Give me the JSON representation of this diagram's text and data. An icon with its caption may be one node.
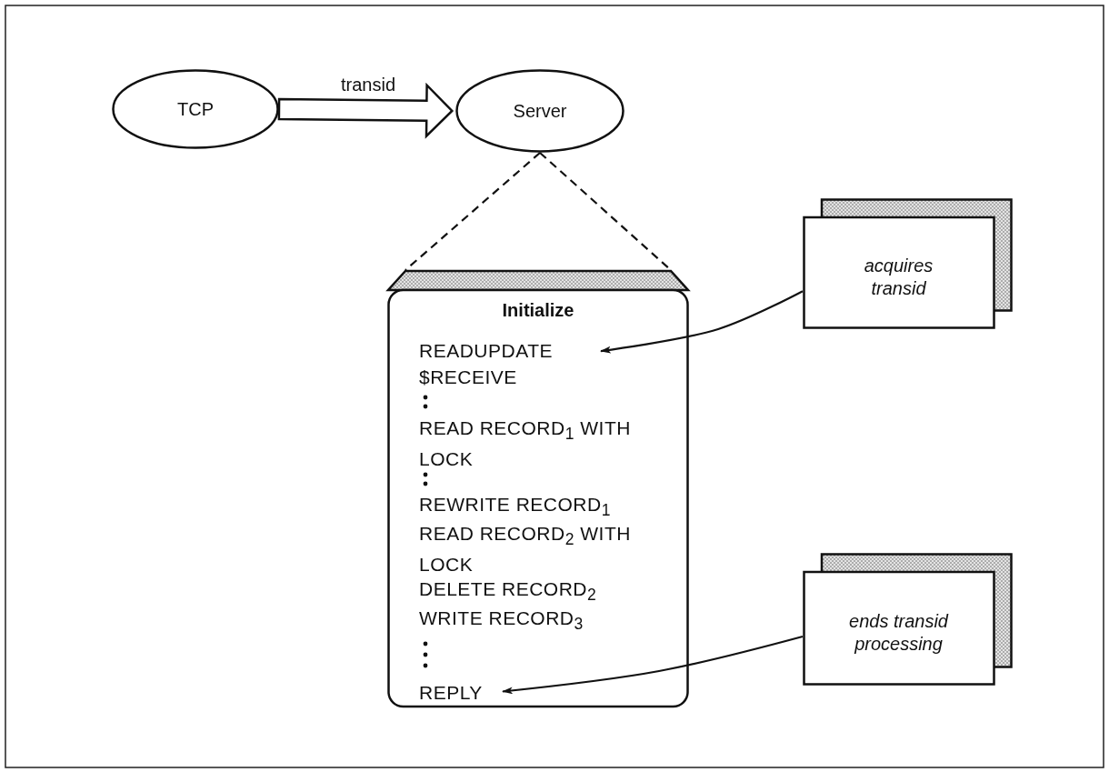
{
  "diagram": {
    "nodes": [
      {
        "text": [
          "TCP"
        ]
      },
      {
        "text": [
          "Server"
        ]
      },
      {
        "text": [
          "Initialize",
          "READ RECORD$_{1}$ WITH LOCK",
          "REWRITE RECORD$_{1}$",
          "READ RECORD$_{2}$ WITH LOCK",
          "DELETE RECORD$_{2}$",
          "WRITE RECORD$_{3}$"
        ]
      },
      {
        "text": [
          "READUPDATE $RECEIVE"
        ],
        "in": 2
      },
      {
        "text": [
          "REPLY"
        ],
        "in": 2
      },
      {
        "text": [
          "acquires transid"
        ]
      },
      {
        "text": [
          "ends transid processing"
        ]
      }
    ],
    "edges": [
      {
        "from": 0,
        "to": 1,
        "arrow": "to",
        "label": "transid",
        "style": "thick"
      },
      {
        "from": 1,
        "to": 2,
        "arrow": "none",
        "style": "dashed"
      },
      {
        "from": 1,
        "to": 2,
        "arrow": "none",
        "style": "dashed"
      },
      {
        "from": 5,
        "to": 3,
        "arrow": "to"
      },
      {
        "from": 6,
        "to": 4,
        "arrow": "to"
      }
    ]
  }
}
